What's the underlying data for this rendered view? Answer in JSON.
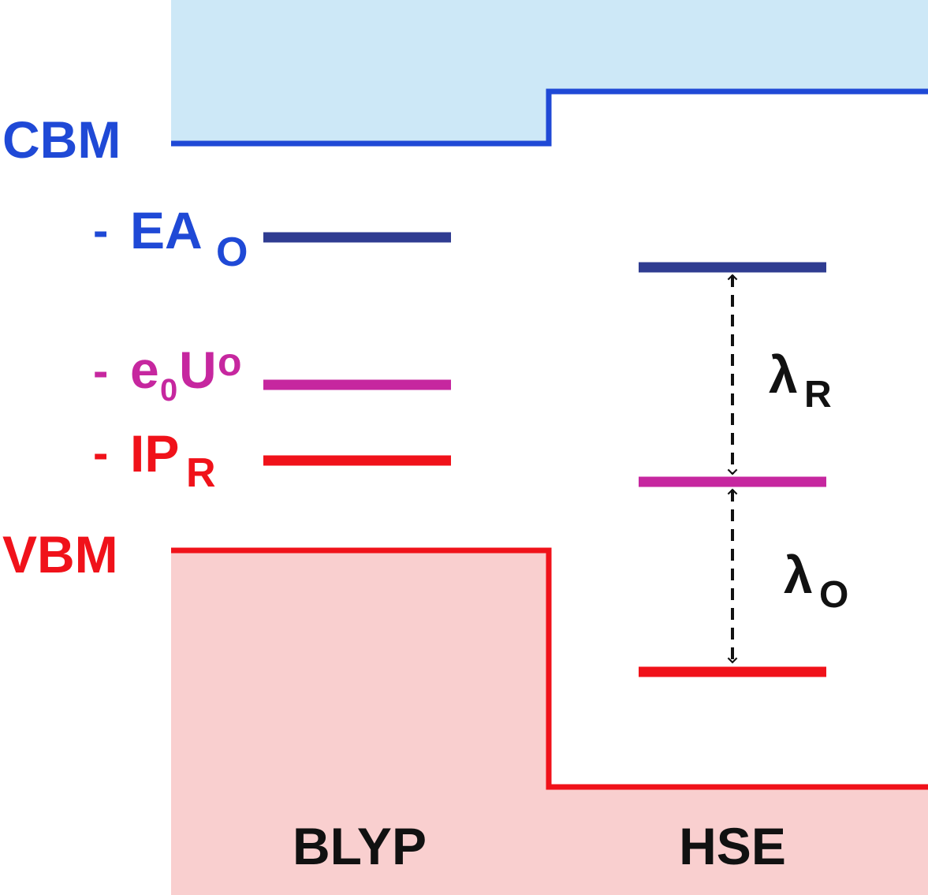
{
  "labels": {
    "cbm": "CBM",
    "vbm": "VBM",
    "ea": {
      "dash": "-",
      "main": "EA",
      "sub": "O"
    },
    "e0u": {
      "dash": "-",
      "main": "e",
      "sub": "0",
      "tail": "U",
      "sup": "o"
    },
    "ip": {
      "dash": "-",
      "main": "IP",
      "sub": "R"
    },
    "lambda_r": {
      "main": "λ",
      "sub": "R"
    },
    "lambda_o": {
      "main": "λ",
      "sub": "O"
    }
  },
  "functionals": {
    "blyp": "BLYP",
    "hse": "HSE"
  },
  "colors": {
    "cbm_blue": "#1f49d6",
    "ea_navy": "#2f3c91",
    "e0u_magenta": "#c6279f",
    "vbm_red": "#f0121a",
    "conduction_fill": "#cde8f7",
    "valence_fill": "#f9cfcf",
    "arrow": "#111111",
    "text_black": "#111111"
  }
}
